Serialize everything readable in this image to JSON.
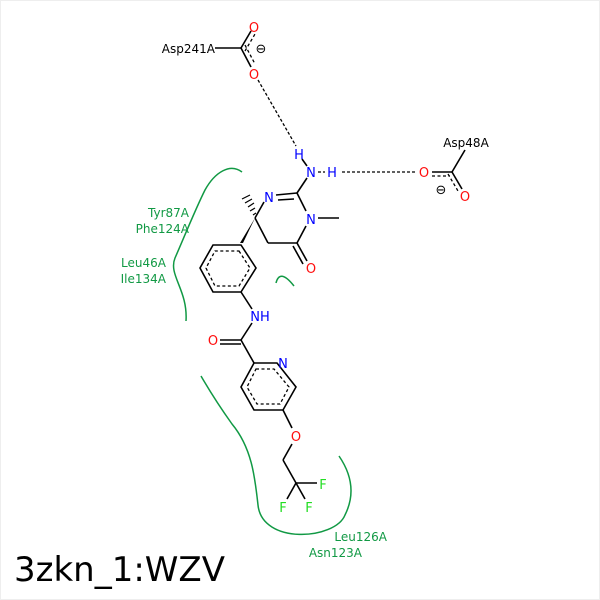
{
  "title": "3zkn_1:WZV",
  "residues": {
    "asp241": "Asp241A",
    "asp48": "Asp48A",
    "tyr87": "Tyr87A",
    "phe124": "Phe124A",
    "leu46": "Leu46A",
    "ile134": "Ile134A",
    "leu126": "Leu126A",
    "asn123": "Asn123A"
  },
  "atoms": {
    "O": "O",
    "N": "N",
    "H": "H",
    "NH": "NH",
    "F": "F",
    "minus": "⊖"
  },
  "colors": {
    "oxygen": "#ff0d0d",
    "nitrogen": "#0000ff",
    "fluorine": "#22dd22",
    "hydrophobic": "#119944",
    "bond": "#000000"
  }
}
